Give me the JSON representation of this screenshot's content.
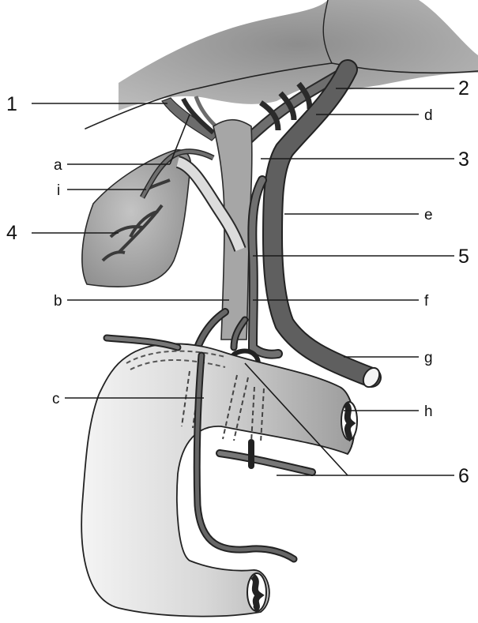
{
  "labels": {
    "numbers": [
      "1",
      "2",
      "3",
      "4",
      "5",
      "6"
    ],
    "letters": [
      "a",
      "b",
      "c",
      "d",
      "e",
      "f",
      "g",
      "h",
      "i"
    ]
  }
}
